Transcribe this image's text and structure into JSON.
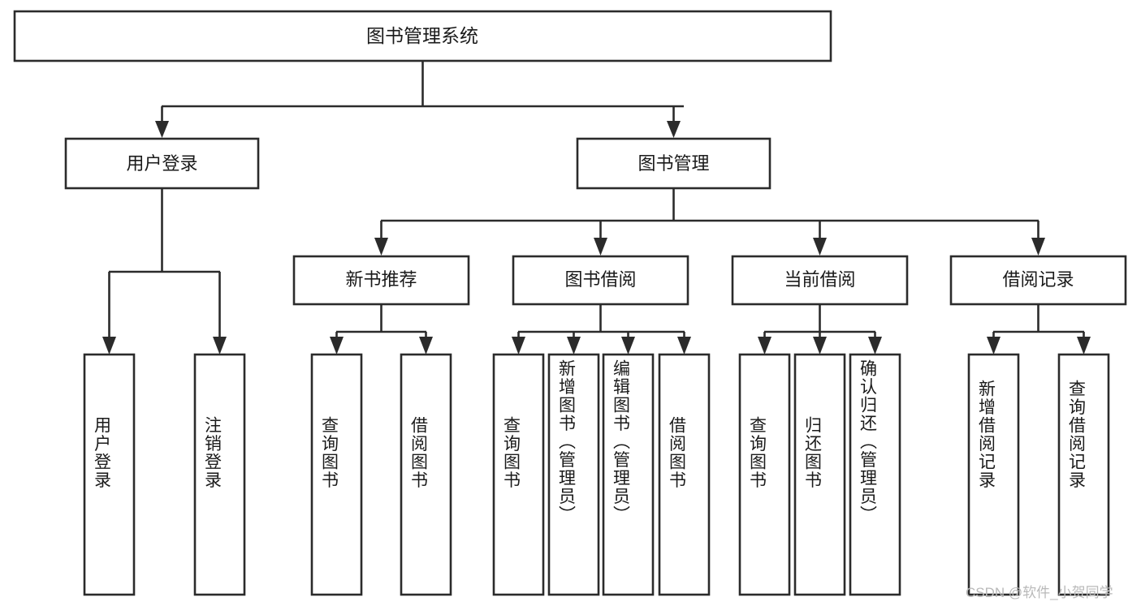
{
  "diagram": {
    "type": "tree-hierarchy",
    "title": "图书管理系统",
    "watermark": "CSDN @软件_小贺同学",
    "colors": {
      "stroke": "#2b2b2b",
      "fill": "#ffffff",
      "text": "#1a1a1a",
      "watermark": "#b9b9b9",
      "background": "#ffffff"
    },
    "levels": [
      {
        "level": 1,
        "nodes": [
          {
            "id": "root",
            "label": "图书管理系统",
            "orientation": "horizontal"
          }
        ]
      },
      {
        "level": 2,
        "nodes": [
          {
            "id": "login",
            "label": "用户登录",
            "orientation": "horizontal",
            "parent": "root"
          },
          {
            "id": "bookmgmt",
            "label": "图书管理",
            "orientation": "horizontal",
            "parent": "root"
          }
        ]
      },
      {
        "level": 3,
        "nodes": [
          {
            "id": "newbook",
            "label": "新书推荐",
            "orientation": "horizontal",
            "parent": "bookmgmt"
          },
          {
            "id": "borrow",
            "label": "图书借阅",
            "orientation": "horizontal",
            "parent": "bookmgmt"
          },
          {
            "id": "current",
            "label": "当前借阅",
            "orientation": "horizontal",
            "parent": "bookmgmt"
          },
          {
            "id": "records",
            "label": "借阅记录",
            "orientation": "horizontal",
            "parent": "bookmgmt"
          }
        ]
      },
      {
        "level": 4,
        "nodes": [
          {
            "id": "leaf1",
            "label": "用户登录",
            "orientation": "vertical",
            "parent": "login"
          },
          {
            "id": "leaf2",
            "label": "注销登录",
            "orientation": "vertical",
            "parent": "login"
          },
          {
            "id": "leaf3",
            "label": "查询图书",
            "orientation": "vertical",
            "parent": "newbook"
          },
          {
            "id": "leaf4",
            "label": "借阅图书",
            "orientation": "vertical",
            "parent": "newbook"
          },
          {
            "id": "leaf5",
            "label": "查询图书",
            "orientation": "vertical",
            "parent": "borrow"
          },
          {
            "id": "leaf6",
            "label": "新增图书（管理员）",
            "orientation": "vertical",
            "parent": "borrow"
          },
          {
            "id": "leaf7",
            "label": "编辑图书（管理员）",
            "orientation": "vertical",
            "parent": "borrow"
          },
          {
            "id": "leaf8",
            "label": "借阅图书",
            "orientation": "vertical",
            "parent": "borrow"
          },
          {
            "id": "leaf9",
            "label": "查询图书",
            "orientation": "vertical",
            "parent": "current"
          },
          {
            "id": "leaf10",
            "label": "归还图书",
            "orientation": "vertical",
            "parent": "current"
          },
          {
            "id": "leaf11",
            "label": "确认归还（管理员）",
            "orientation": "vertical",
            "parent": "current"
          },
          {
            "id": "leaf12",
            "label": "新增借阅记录",
            "orientation": "vertical",
            "parent": "records"
          },
          {
            "id": "leaf13",
            "label": "查询借阅记录",
            "orientation": "vertical",
            "parent": "records"
          }
        ]
      }
    ]
  }
}
